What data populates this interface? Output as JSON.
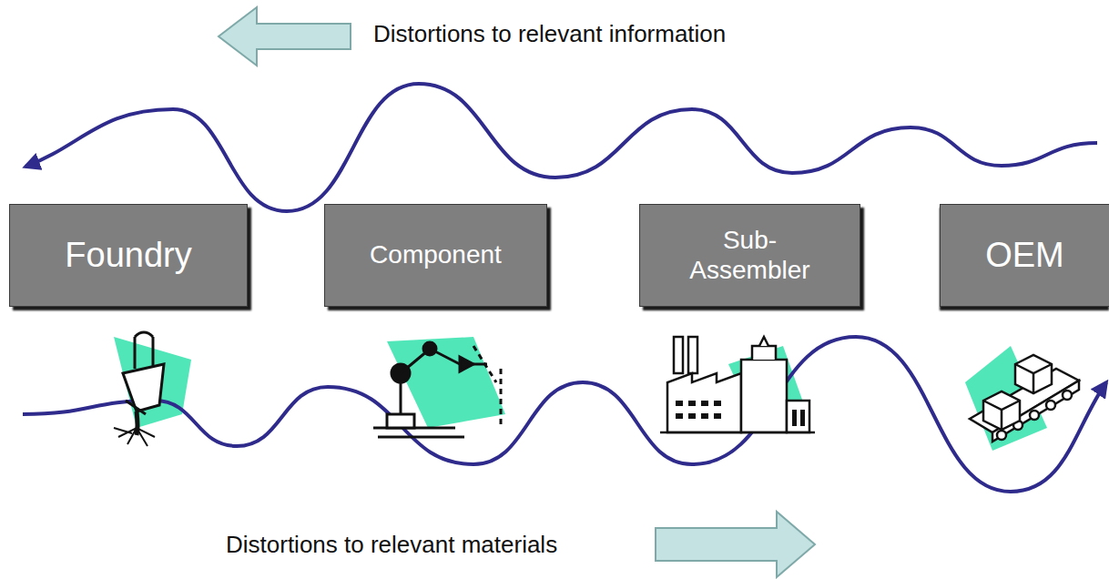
{
  "diagram": {
    "nodes": [
      {
        "text": [
          "Foundry"
        ]
      },
      {
        "text": [
          "Component"
        ]
      },
      {
        "text": [
          "Sub- Assembler"
        ]
      },
      {
        "text": [
          "OEM"
        ]
      }
    ],
    "labels": [
      "Distortions to relevant information",
      "Distortions to relevant materials"
    ]
  }
}
